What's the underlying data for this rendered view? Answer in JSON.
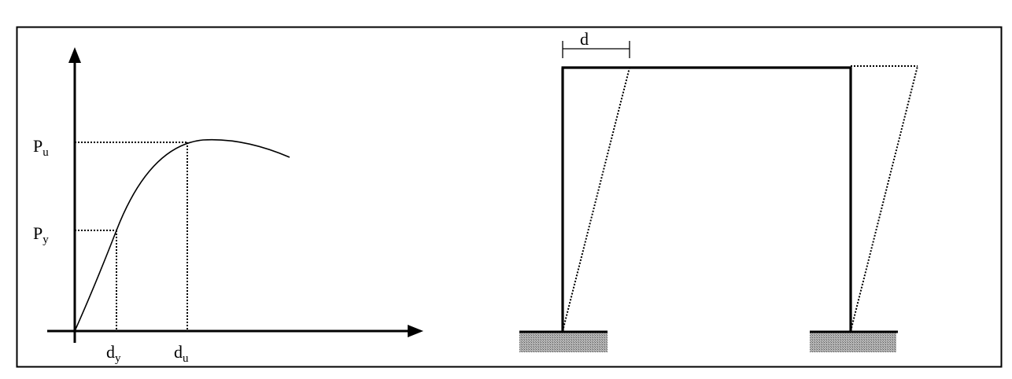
{
  "figure": {
    "border_color": "#000000",
    "background": "#ffffff"
  },
  "curve_plot": {
    "labels": {
      "p_u_main": "P",
      "p_u_sub": "u",
      "p_y_main": "P",
      "p_y_sub": "y",
      "d_y_main": "d",
      "d_y_sub": "y",
      "d_u_main": "d",
      "d_u_sub": "u"
    }
  },
  "frame": {
    "labels": {
      "drift": "d"
    }
  },
  "colors": {
    "line": "#000000",
    "ground": "#8a8a8a"
  }
}
